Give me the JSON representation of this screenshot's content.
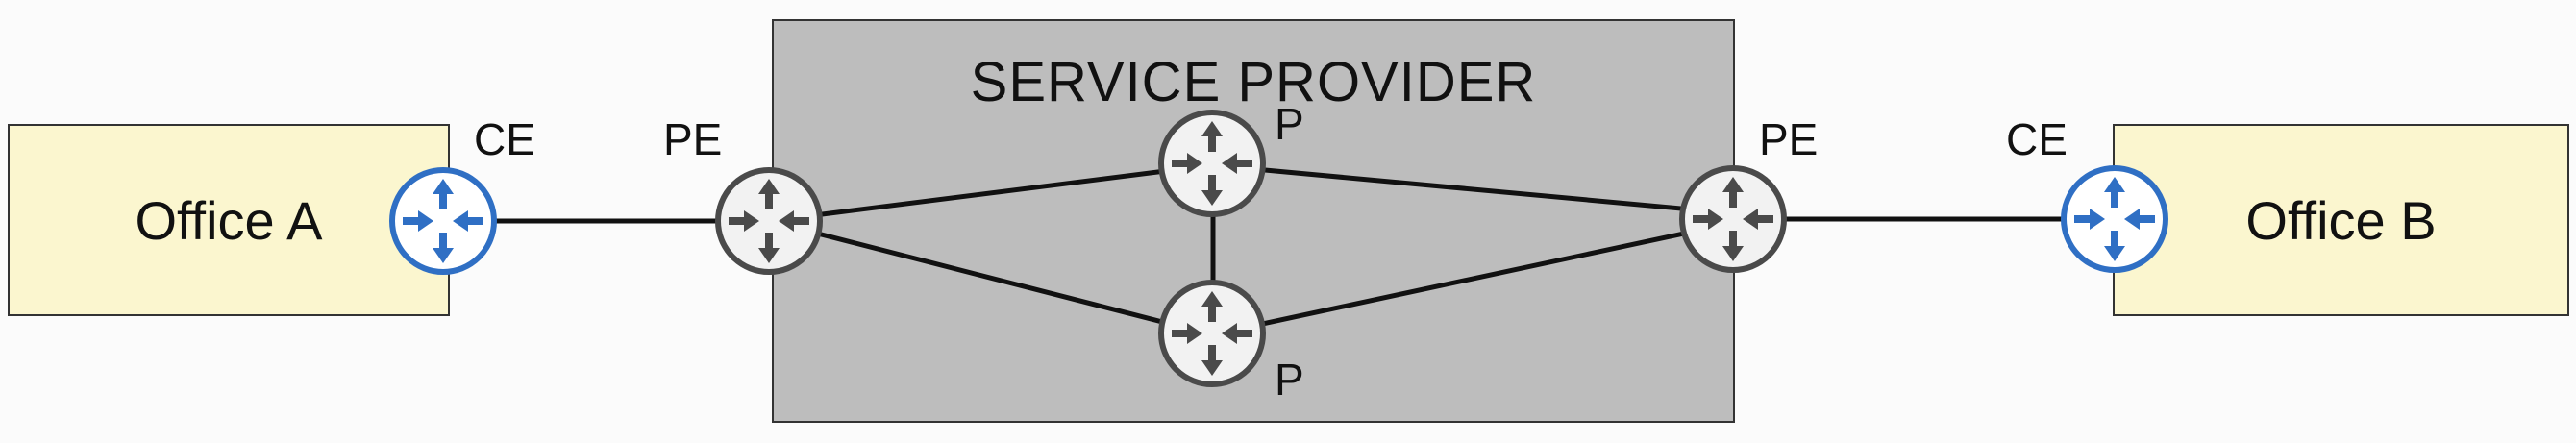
{
  "provider": {
    "title": "SERVICE PROVIDER"
  },
  "offices": {
    "a": "Office A",
    "b": "Office B"
  },
  "labels": {
    "ce_left": "CE",
    "pe_left": "PE",
    "p_top": "P",
    "p_bottom": "P",
    "pe_right": "PE",
    "ce_right": "CE"
  },
  "colors": {
    "customer_edge": "#2f6fc4",
    "provider_router": "#4a4a4a",
    "office_fill": "#fbf6cf",
    "provider_fill": "#bdbdbd"
  },
  "icons": {
    "router": "router-icon"
  }
}
